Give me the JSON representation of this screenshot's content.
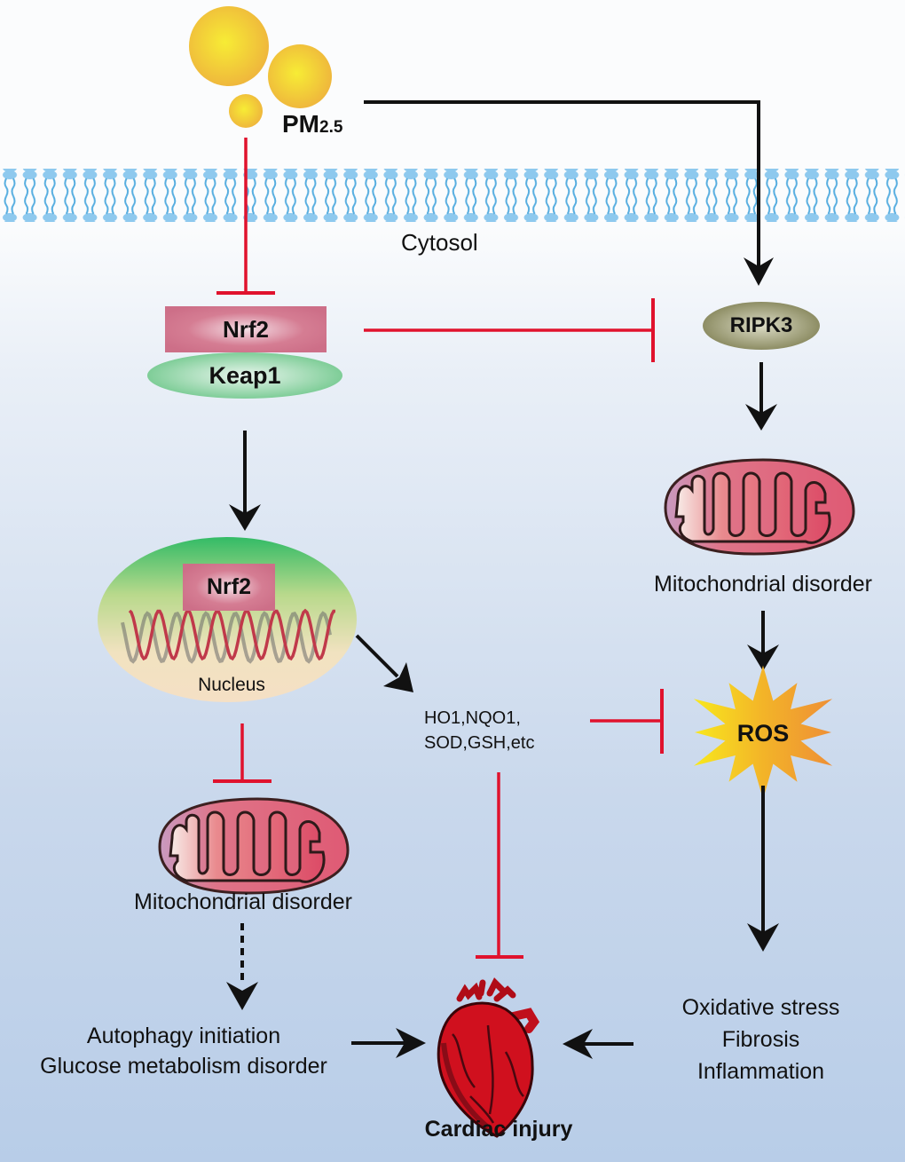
{
  "figure": {
    "stimulus": {
      "label_main": "PM",
      "label_sub": "2.5"
    },
    "membrane": {
      "compartment_label": "Cytosol"
    },
    "left_pathway": {
      "complex": {
        "top_protein": "Nrf2",
        "bottom_protein": "Keap1"
      },
      "nucleus": {
        "protein": "Nrf2",
        "label": "Nucleus"
      },
      "targets": {
        "line1": "HO1,NQO1,",
        "line2": "SOD,GSH,etc"
      },
      "mito_label": "Mitochondrial disorder",
      "outcomes": {
        "line1": "Autophagy initiation",
        "line2": "Glucose metabolism disorder"
      }
    },
    "right_pathway": {
      "kinase": "RIPK3",
      "mito_label": "Mitochondrial disorder",
      "ros_label": "ROS",
      "outcomes": {
        "line1": "Oxidative stress",
        "line2": "Fibrosis",
        "line3": "Inflammation"
      }
    },
    "endpoint": {
      "label": "Cardiac injury"
    },
    "colors": {
      "activation_arrow": "#000000",
      "inhibition_line": "#e0122d",
      "nrf2_box": "#cf7088",
      "keap1_ellipse": "#7fcf9a",
      "ripk3_ellipse": "#8a8a5e",
      "ros_burst_start": "#f7e320",
      "ros_burst_end": "#ef9430",
      "particle": "#f0c03a",
      "membrane": "#8ec9ee",
      "heart": "#d0101e"
    }
  }
}
